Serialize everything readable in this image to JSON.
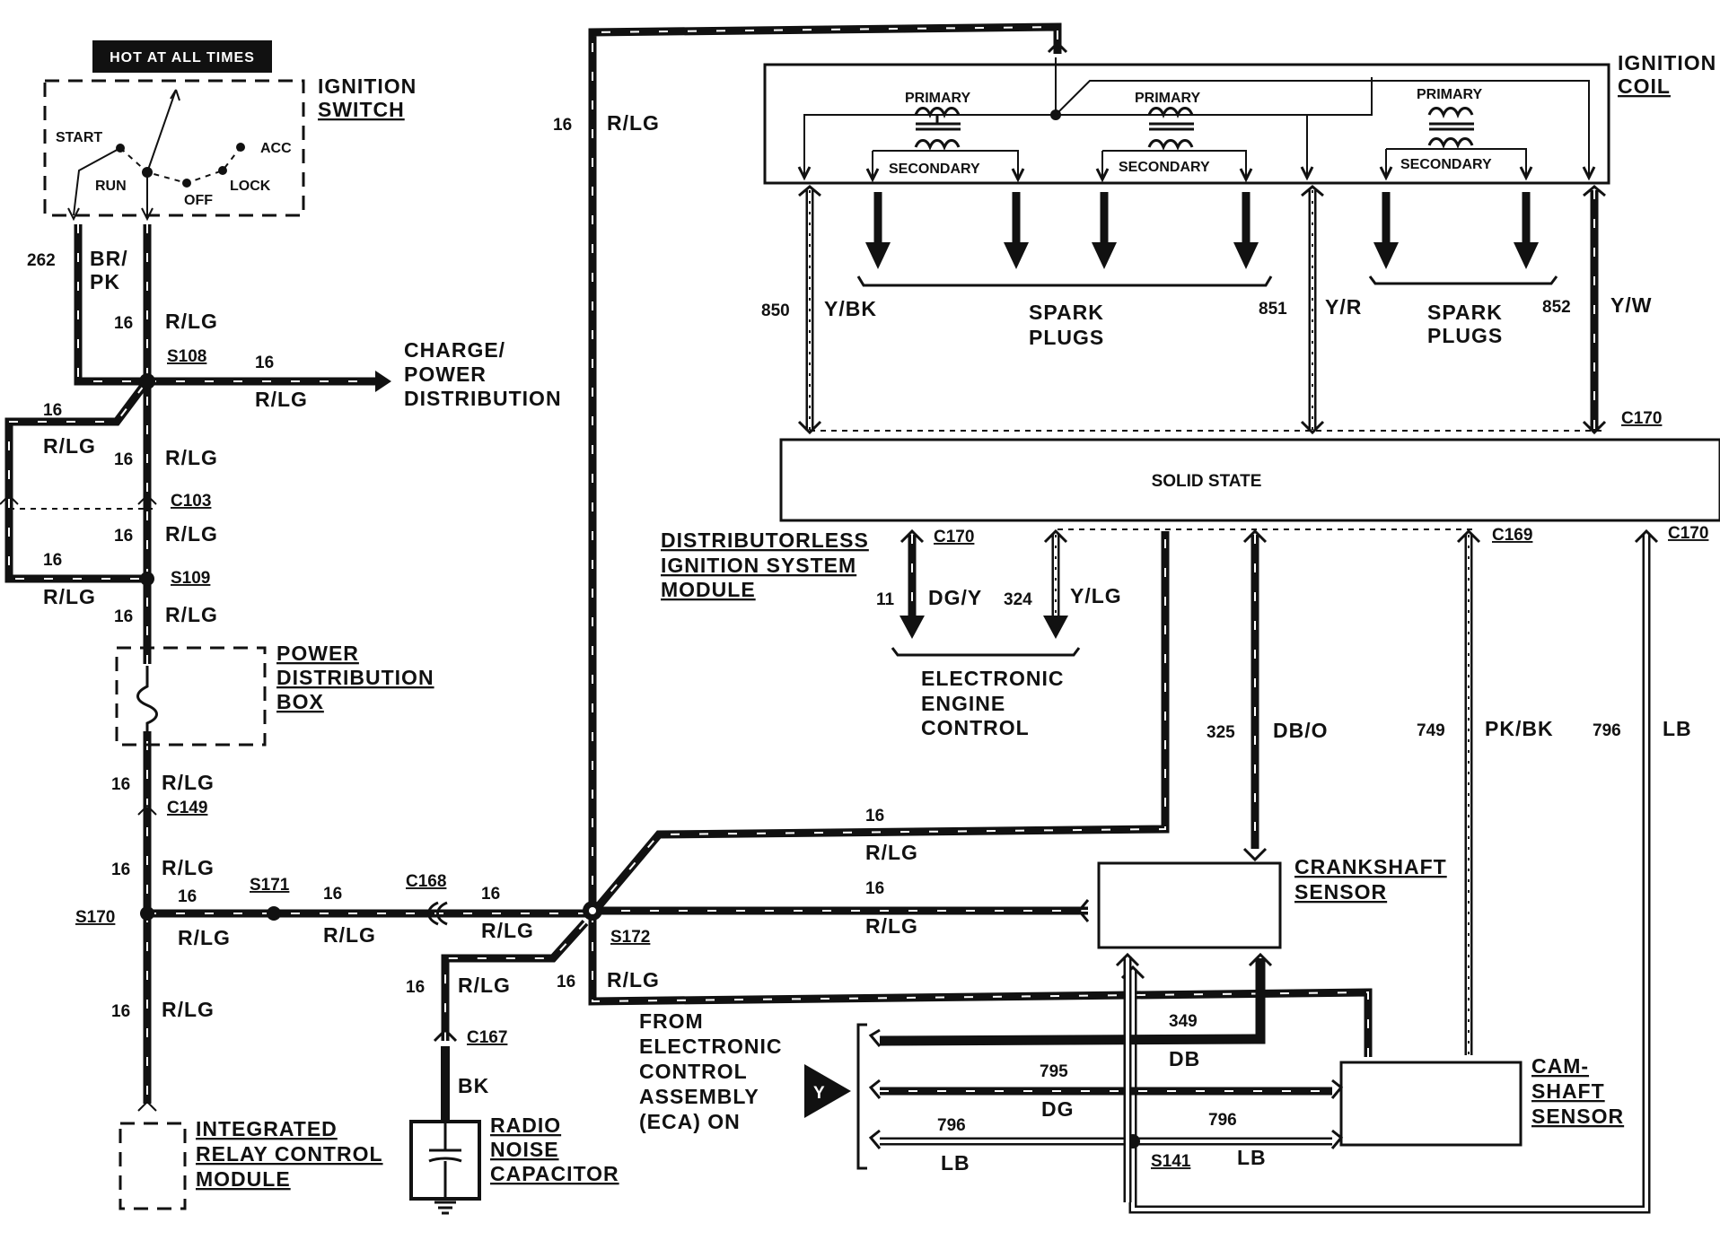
{
  "header": {
    "hot_label": "HOT AT ALL TIMES"
  },
  "ignition_switch": {
    "title_1": "IGNITION",
    "title_2": "SWITCH",
    "positions": {
      "start": "START",
      "run": "RUN",
      "off": "OFF",
      "lock": "LOCK",
      "acc": "ACC"
    }
  },
  "ignition_coil": {
    "title_1": "IGNITION",
    "title_2": "COIL",
    "primary": "PRIMARY",
    "secondary": "SECONDARY",
    "spark_plugs_1": "SPARK",
    "spark_plugs_2": "PLUGS"
  },
  "dis_module": {
    "title_1": "DISTRIBUTORLESS",
    "title_2": "IGNITION SYSTEM",
    "title_3": "MODULE",
    "solid_state": "SOLID STATE"
  },
  "eec": {
    "line_1": "ELECTRONIC",
    "line_2": "ENGINE",
    "line_3": "CONTROL"
  },
  "charge_power": {
    "line_1": "CHARGE/",
    "line_2": "POWER",
    "line_3": "DISTRIBUTION"
  },
  "power_distribution_box": {
    "line_1": "POWER",
    "line_2": "DISTRIBUTION",
    "line_3": "BOX"
  },
  "relay_module": {
    "line_1": "INTEGRATED",
    "line_2": "RELAY CONTROL",
    "line_3": "MODULE"
  },
  "radio_capacitor": {
    "line_1": "RADIO",
    "line_2": "NOISE",
    "line_3": "CAPACITOR"
  },
  "crankshaft_sensor": {
    "line_1": "CRANKSHAFT",
    "line_2": "SENSOR"
  },
  "camshaft_sensor": {
    "line_1": "CAM-",
    "line_2": "SHAFT",
    "line_3": "SENSOR"
  },
  "eca": {
    "line_1": "FROM",
    "line_2": "ELECTRONIC",
    "line_3": "CONTROL",
    "line_4": "ASSEMBLY",
    "line_5": "(ECA) ON",
    "pin": "Y"
  },
  "splices": {
    "s108": "S108",
    "s109": "S109",
    "s170": "S170",
    "s171": "S171",
    "s172": "S172",
    "s141": "S141"
  },
  "connectors": {
    "c103": "C103",
    "c149": "C149",
    "c168": "C168",
    "c167": "C167",
    "c169": "C169",
    "c170": "C170"
  },
  "wires": {
    "g16": "16",
    "rlg": "R/LG",
    "w262": "262",
    "brpk_1": "BR/",
    "brpk_2": "PK",
    "w850": "850",
    "ybk": "Y/BK",
    "w851": "851",
    "yr": "Y/R",
    "w852": "852",
    "yw": "Y/W",
    "w11": "11",
    "dgy": "DG/Y",
    "w324": "324",
    "ylg": "Y/LG",
    "w325": "325",
    "dbo": "DB/O",
    "w749": "749",
    "pkbk": "PK/BK",
    "w796": "796",
    "lb": "LB",
    "w349": "349",
    "db": "DB",
    "w795": "795",
    "dg": "DG",
    "bk": "BK"
  }
}
